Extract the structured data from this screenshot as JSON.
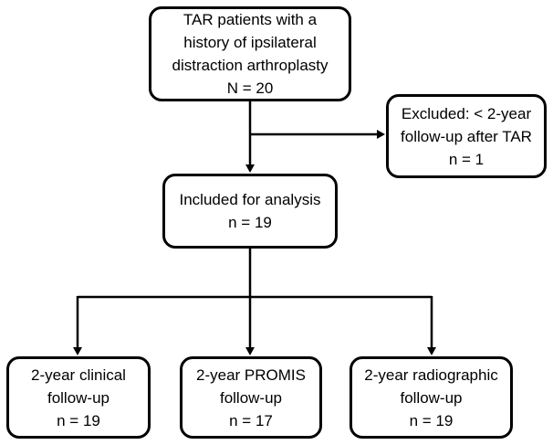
{
  "diagram": {
    "type": "flowchart",
    "colors": {
      "box_border": "#000000",
      "box_fill": "#ffffff",
      "connector": "#000000",
      "text": "#000000",
      "background": "#ffffff"
    },
    "boxes": {
      "top": {
        "lines": [
          "TAR patients with a",
          "history of ipsilateral",
          "distraction arthroplasty",
          "N = 20"
        ]
      },
      "excluded": {
        "lines": [
          "Excluded: < 2-year",
          "follow-up after TAR",
          "n = 1"
        ]
      },
      "included": {
        "lines": [
          "Included for analysis",
          "n = 19"
        ]
      },
      "clinical": {
        "lines": [
          "2-year clinical",
          "follow-up",
          "n = 19"
        ]
      },
      "promis": {
        "lines": [
          "2-year PROMIS",
          "follow-up",
          "n = 17"
        ]
      },
      "radiographic": {
        "lines": [
          "2-year radiographic",
          "follow-up",
          "n = 19"
        ]
      }
    }
  }
}
